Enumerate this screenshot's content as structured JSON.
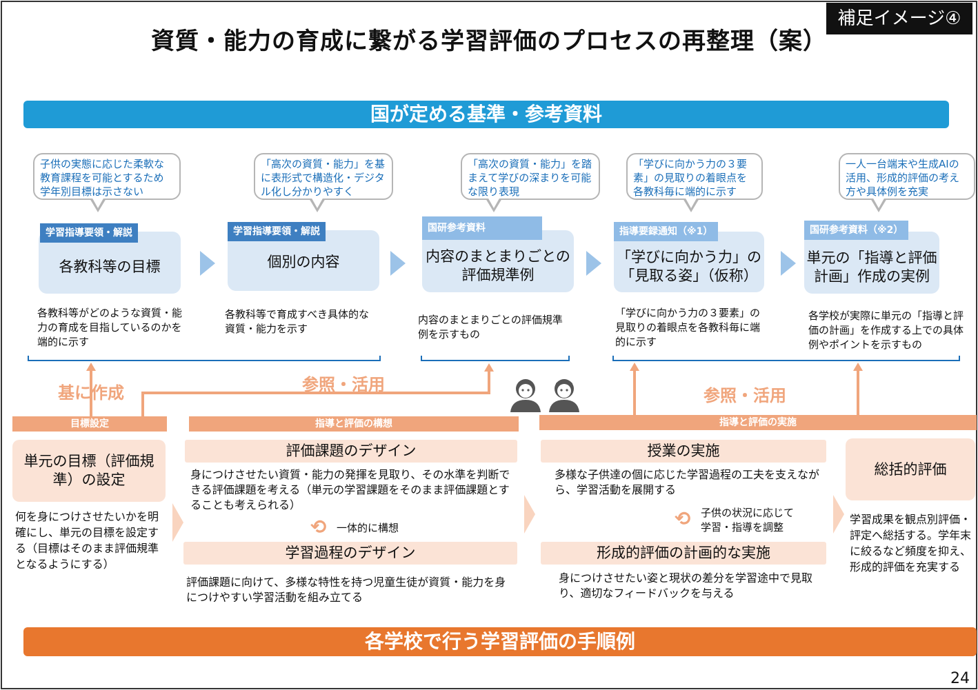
{
  "header": {
    "tag": "補足イメージ④",
    "title": "資質・能力の育成に繋がる学習評価のプロセスの再整理（案）"
  },
  "national": {
    "banner": "国が定める基準・参考資料",
    "columns": [
      {
        "bubble": "子供の実態に応じた柔軟な教育課程を可能とするため学年別目標は示さない",
        "tag": "学習指導要領・解説",
        "box": "各教科等の目標",
        "desc": "各教科等がどのような資質・能力の育成を目指しているのかを端的に示す"
      },
      {
        "bubble": "「高次の資質・能力」を基に表形式で構造化・デジタル化し分かりやすく",
        "tag": "学習指導要領・解説",
        "box": "個別の内容",
        "desc": "各教科等で育成すべき具体的な資質・能力を示す"
      },
      {
        "bubble": "「高次の資質・能力」を踏まえて学びの深まりを可能な限り表現",
        "tag": "国研参考資料",
        "box": "内容のまとまりごとの評価規準例",
        "desc": "内容のまとまりごとの評価規準例を示すもの"
      },
      {
        "bubble": "「学びに向かう力の３要素」の見取りの着眼点を各教科毎に端的に示す",
        "tag": "指導要録通知（※1）",
        "box": "「学びに向かう力」の「見取る姿」（仮称）",
        "desc": "「学びに向かう力の３要素」の見取りの着眼点を各教科毎に端的に示す"
      },
      {
        "bubble": "一人一台端末や生成AIの活用、形成的評価の考え方や具体例を充実",
        "tag": "国研参考資料（※2）",
        "box": "単元の「指導と評価計画」作成の実例",
        "desc": "各学校が実際に単元の「指導と評価の計画」を作成する上での具体例やポイントを示すもの"
      }
    ]
  },
  "links": {
    "base": "基に作成",
    "ref1": "参照・活用",
    "ref2": "参照・活用"
  },
  "school": {
    "banner": "各学校で行う学習評価の手順例",
    "goal": {
      "bar": "目標設定",
      "box": "単元の目標（評価規準）の設定",
      "desc": "何を身につけさせたいかを明確にし、単元の目標を設定する（目標はそのまま評価規準となるようにする）"
    },
    "plan": {
      "bar": "指導と評価の構想",
      "task_title": "評価課題のデザイン",
      "task_desc": "身につけさせたい資質・能力の発揮を見取り、その水準を判断できる評価課題を考える（単元の学習課題をそのまま評価課題とすることも考えられる）",
      "cycle": "一体的に構想",
      "process_title": "学習過程のデザイン",
      "process_desc": "評価課題に向けて、多様な特性を持つ児童生徒が資質・能力を身につけやすい学習活動を組み立てる"
    },
    "impl": {
      "bar": "指導と評価の実施",
      "lesson_title": "授業の実施",
      "lesson_desc": "多様な子供達の個に応じた学習過程の工夫を支えながら、学習活動を展開する",
      "cycle": "子供の状況に応じて学習・指導を調整",
      "form_title": "形成的評価の計画的な実施",
      "form_desc": "身につけさせたい姿と現状の差分を学習途中で見取り、適切なフィードバックを与える"
    },
    "summary": {
      "box": "総括的評価",
      "desc": "学習成果を観点別評価・評定へ総括する。学年末に絞るなど頻度を抑え、形成的評価を充実する"
    }
  },
  "page_number": "24",
  "colors": {
    "blue": "#1f9bd6",
    "orange": "#e8772e",
    "light_orange": "#f0a57c",
    "pink": "#fbe3d6",
    "light_blue": "#dbe8f5"
  }
}
